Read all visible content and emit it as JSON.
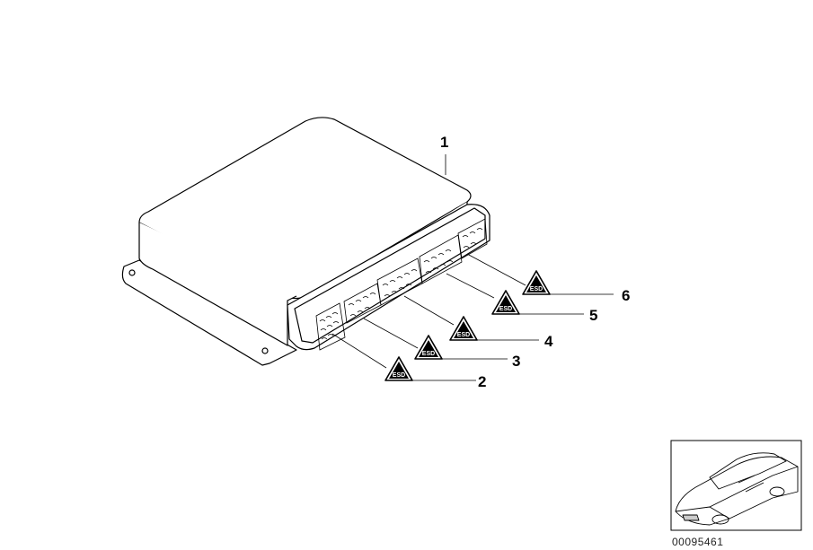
{
  "diagram": {
    "callouts": [
      {
        "id": "1",
        "label": "1",
        "part": "control-unit"
      },
      {
        "id": "2",
        "label": "2",
        "part": "connector-1"
      },
      {
        "id": "3",
        "label": "3",
        "part": "connector-2"
      },
      {
        "id": "4",
        "label": "4",
        "part": "connector-3"
      },
      {
        "id": "5",
        "label": "5",
        "part": "connector-4"
      },
      {
        "id": "6",
        "label": "6",
        "part": "connector-5"
      }
    ],
    "warning_symbol": "esd-warning-icon",
    "thumbnail": {
      "icon": "car-thumbnail-icon"
    },
    "image_code": "00095461"
  }
}
